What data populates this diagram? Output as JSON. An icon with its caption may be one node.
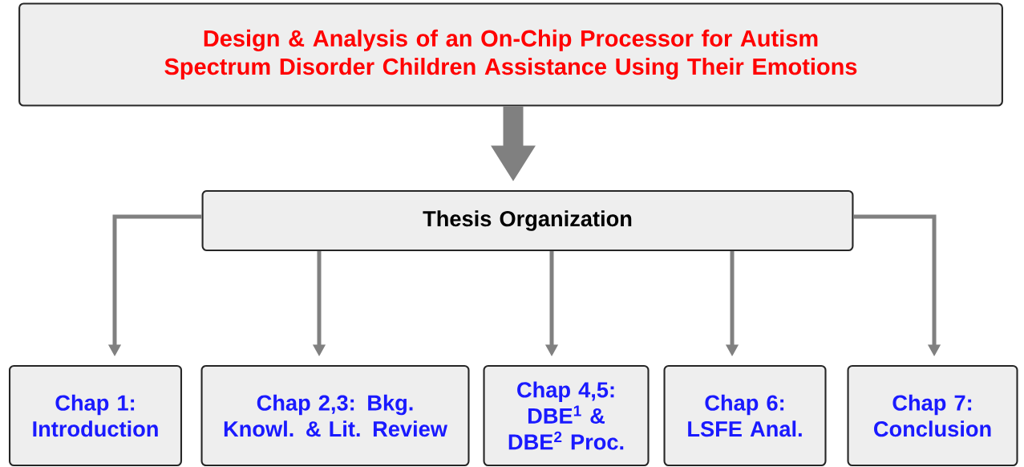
{
  "diagram": {
    "nodes": [
      {
        "text": [
          "Design & Analysis of an On-Chip Processor for Autism Spectrum Disorder Children Assistance Using Their Emotions"
        ]
      },
      {
        "text": [
          "Thesis Organization"
        ]
      },
      {
        "text": [
          "Chap 1: Introduction"
        ]
      },
      {
        "text": [
          "Chap 2,3: Bkg. Knowl. & Lit. Review"
        ]
      },
      {
        "text": [
          "Chap 4,5: DBE$^{1}$ & DBE$^{2}$ Proc."
        ]
      },
      {
        "text": [
          "Chap 6: LSFE Anal."
        ]
      },
      {
        "text": [
          "Chap 7: Conclusion"
        ]
      }
    ],
    "edges": [
      {
        "from": 0,
        "to": 1,
        "arrow": "to",
        "style": "thick"
      },
      {
        "from": 1,
        "to": 2,
        "arrow": "to"
      },
      {
        "from": 1,
        "to": 3,
        "arrow": "to"
      },
      {
        "from": 1,
        "to": 4,
        "arrow": "to"
      },
      {
        "from": 1,
        "to": 5,
        "arrow": "to"
      },
      {
        "from": 1,
        "to": 6,
        "arrow": "to"
      }
    ]
  }
}
